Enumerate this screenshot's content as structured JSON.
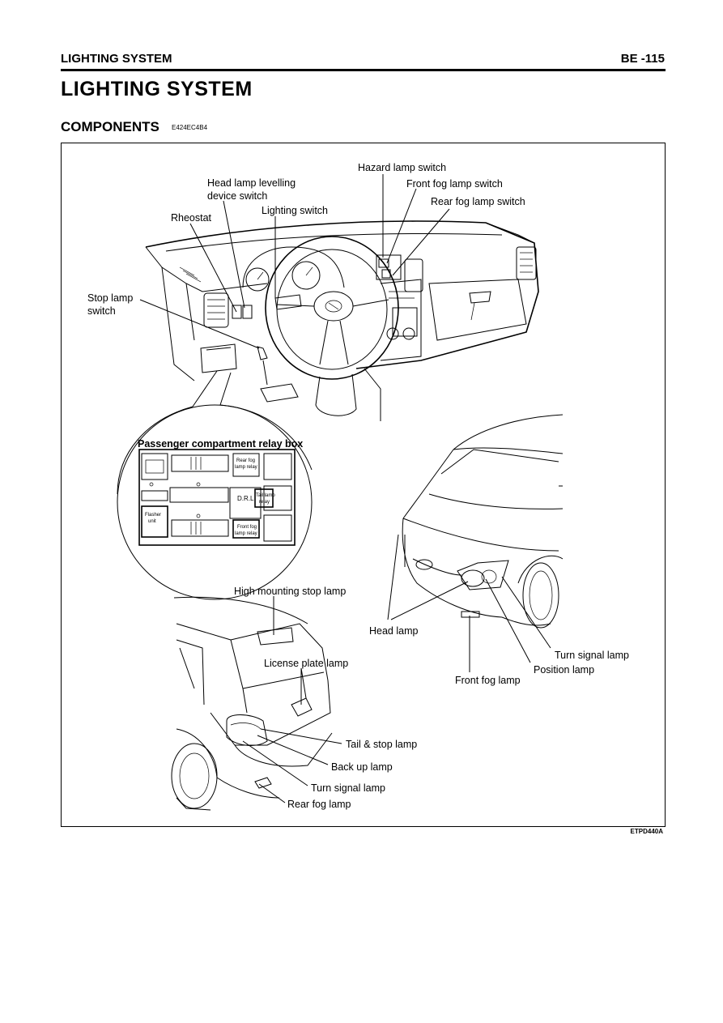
{
  "header": {
    "section": "LIGHTING SYSTEM",
    "page": "BE -115"
  },
  "title": "LIGHTING SYSTEM",
  "subtitle": {
    "text": "COMPONENTS",
    "code": "E424EC4B4"
  },
  "figure_code": "ETPD440A",
  "labels": {
    "hazard": "Hazard lamp switch",
    "front_fog_switch": "Front fog lamp switch",
    "rear_fog_switch": "Rear fog lamp switch",
    "levelling_1": "Head lamp levelling",
    "levelling_2": "device switch",
    "lighting_switch": "Lighting switch",
    "rheostat": "Rheostat",
    "stop_1": "Stop lamp",
    "stop_2": "switch",
    "relay_box": "Passenger compartment relay box",
    "high_stop": "High mounting stop lamp",
    "head_lamp": "Head lamp",
    "license": "License plate lamp",
    "turn_front": "Turn signal lamp",
    "position": "Position lamp",
    "front_fog": "Front fog lamp",
    "tail_stop": "Tail & stop lamp",
    "backup": "Back up lamp",
    "turn_rear": "Turn signal lamp",
    "rear_fog": "Rear fog lamp"
  },
  "relay_labels": {
    "rear_fog_relay_1": "Rear fog",
    "rear_fog_relay_2": "lamp relay",
    "tail_relay_1": "Tail lamp",
    "tail_relay_2": "relay",
    "front_fog_relay_1": "Front fog",
    "front_fog_relay_2": "lamp relay",
    "flasher_1": "Flasher",
    "flasher_2": "unit",
    "drl": "D.R.L"
  }
}
